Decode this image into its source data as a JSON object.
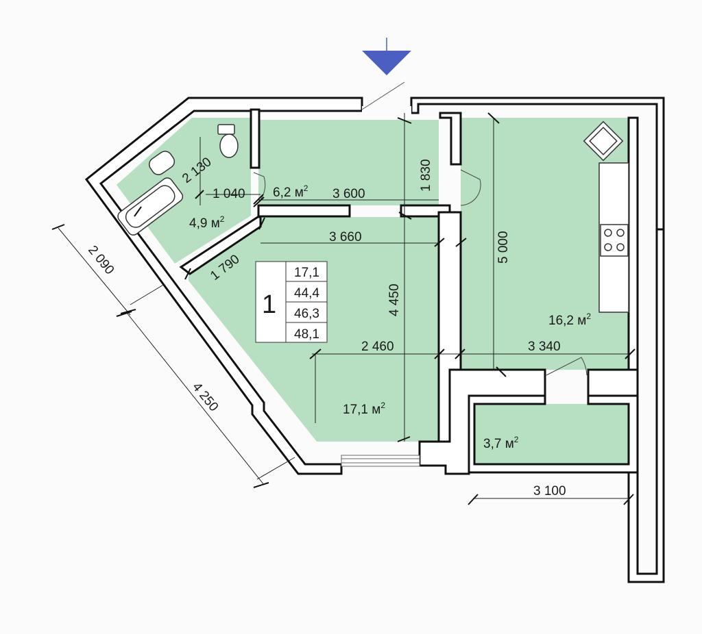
{
  "apartment": {
    "number": "1",
    "areas_table": [
      "17,1",
      "44,4",
      "46,3",
      "48,1"
    ],
    "accent_color": "#4a5fc1",
    "room_fill_color": "#b7dfc2"
  },
  "rooms": {
    "bathroom": {
      "area_value": "4,9 м",
      "area_exp": "2"
    },
    "hall": {
      "area_value": "6,2 м",
      "area_exp": "2"
    },
    "kitchen": {
      "area_value": "16,2 м",
      "area_exp": "2"
    },
    "living": {
      "area_value": "17,1 м",
      "area_exp": "2"
    },
    "balcony": {
      "area_value": "3,7 м",
      "area_exp": "2"
    }
  },
  "dimensions": {
    "bath_width": "2 130",
    "bath_depth": "1 040",
    "hall_width": "3 600",
    "hall_depth": "1 830",
    "living_top": "3 660",
    "living_diag": "1 790",
    "living_height": "4 450",
    "living_width": "2 460",
    "kitchen_height": "5 000",
    "kitchen_width": "3 340",
    "balcony_width": "3 100",
    "outer_upper": "2 090",
    "outer_lower": "4 250"
  },
  "icons": [
    "entrance-arrow-icon",
    "toilet-icon",
    "sink-icon",
    "bathtub-icon",
    "kitchen-sink-icon",
    "stove-icon"
  ]
}
